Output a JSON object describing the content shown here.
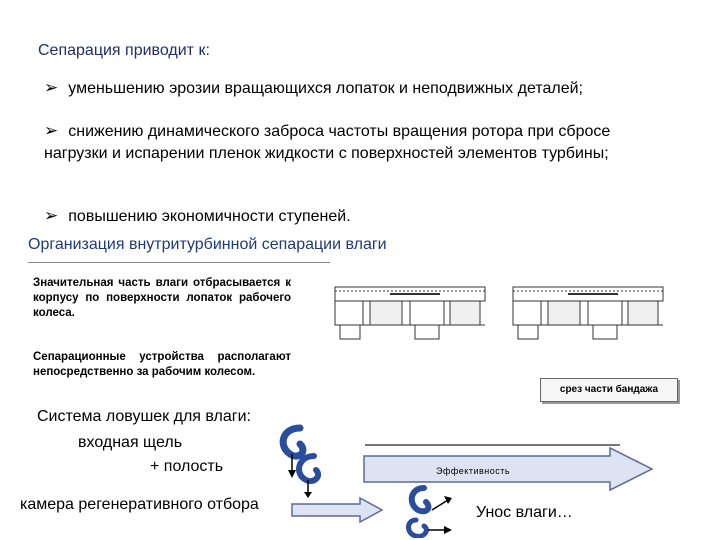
{
  "intro": "Сепарация приводит к:",
  "bullets": [
    "уменьшению эрозии вращающихся лопаток и неподвижных деталей;",
    "снижению динамического заброса частоты вращения ротора при сбросе нагрузки и испарении пленок жидкости с поверхностей элементов турбины;",
    "повышению экономичности ступеней."
  ],
  "bullet_icon": "arrow-bullet-icon",
  "section_heading": "Организация внутритурбинной сепарации влаги",
  "paragraphs": [
    "Значительная часть влаги отбрасывается к корпусу по поверхности лопаток рабочего колеса.",
    "Сепарационные устройства располагают непосредственно за рабочим колесом."
  ],
  "traps": {
    "title": "Система ловушек для влаги:",
    "items": [
      "входная щель",
      "+ полость",
      "камера регенеративного отбора"
    ]
  },
  "figure_caption": "срез части бандажа",
  "arrow_label": "Эффективность",
  "moisture": "Унос влаги…",
  "colors": {
    "arrow_fill": "#dde3f2",
    "arrow_stroke": "#5a6a9a",
    "trap_icon": "#2a4d9c",
    "heading": "#1f3a7a"
  }
}
